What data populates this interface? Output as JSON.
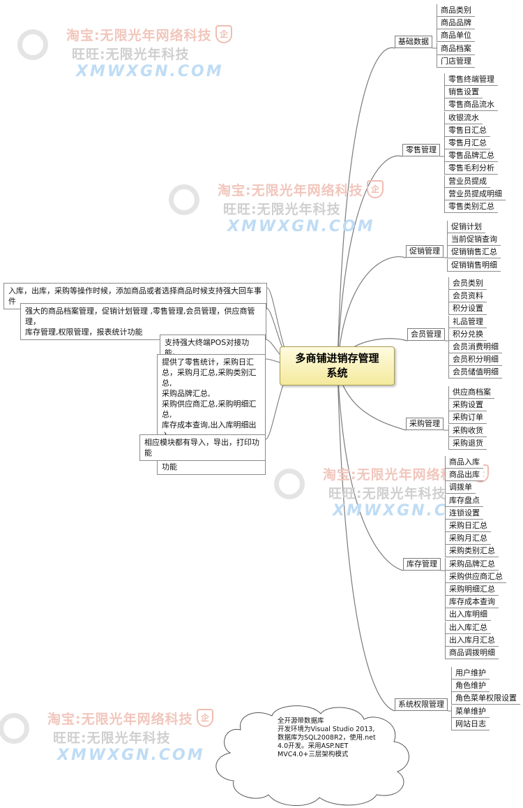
{
  "center_title": "多商铺进销存管理\n系统",
  "branches": [
    {
      "label": "基础数据",
      "items": [
        "商品类别",
        "商品品牌",
        "商品单位",
        "商品档案",
        "门店管理"
      ]
    },
    {
      "label": "零售管理",
      "items": [
        "零售终端管理",
        "销售设置",
        "零售商品流水",
        "收银流水",
        "零售日汇总",
        "零售月汇总",
        "零售品牌汇总",
        "零售毛利分析",
        "营业员提成",
        "营业员提成明细",
        "零售类别汇总"
      ]
    },
    {
      "label": "促销管理",
      "items": [
        "促销计划",
        "当前促销查询",
        "促销销售汇总",
        "促销销售明细"
      ]
    },
    {
      "label": "会员管理",
      "items": [
        "会员类别",
        "会员资料",
        "积分设置",
        "礼品管理",
        "积分兑换",
        "会员消费明细",
        "会员积分明细",
        "会员储值明细"
      ]
    },
    {
      "label": "采购管理",
      "items": [
        "供应商档案",
        "采购设置",
        "采购订单",
        "采购收货",
        "采购退货"
      ]
    },
    {
      "label": "库存管理",
      "items": [
        "商品入库",
        "商品出库",
        "调拨单",
        "库存盘点",
        "连锁设置",
        "采购日汇总",
        "采购月汇总",
        "采购类别汇总",
        "采购品牌汇总",
        "采购供应商汇总",
        "采购明细汇总",
        "库存成本查询",
        "出入库明细",
        "出入库汇总",
        "出入库月汇总",
        "商品调拨明细"
      ]
    },
    {
      "label": "系统权限管理",
      "items": [
        "用户维护",
        "角色维护",
        "角色菜单权限设置",
        "菜单维护",
        "网站日志"
      ]
    }
  ],
  "notes": [
    "入库，出库，采购等操作时候，添加商品或者选择商品时候支持强大回车事件",
    "强大的商品档案管理，促销计划管理 ,零售管理,会员管理，供应商管理，\n库存管理,权限管理，报表统计功能",
    "支持强大终端POS对接功能。",
    "提供了零售统计，采购日汇\n总，采购月汇总,采购类别汇总,\n采购品牌汇总,\n采购供应商汇总,采购明细汇总,\n库存成本查询,出入库明细出入\n库汇总,出入库月汇总,强大报表\n功能",
    "相应模块都有导入，导出，打印功能"
  ],
  "cloud_text": "全开源带数据库\n开发环境为Visual Studio 2013,\n数据库为SQL2008R2，使用.net\n4.0开发。采用ASP.NET\nMVC4.0+三层架构模式",
  "watermark": {
    "line1": "淘宝:无限光年网络科技",
    "line2": "旺旺:无限光年科技",
    "line3": "XMWXGN.COM",
    "badge": "企"
  },
  "colors": {
    "line": "#7a7a7a",
    "center_fill": "#f7eeb0",
    "center_border": "#a89a52"
  }
}
